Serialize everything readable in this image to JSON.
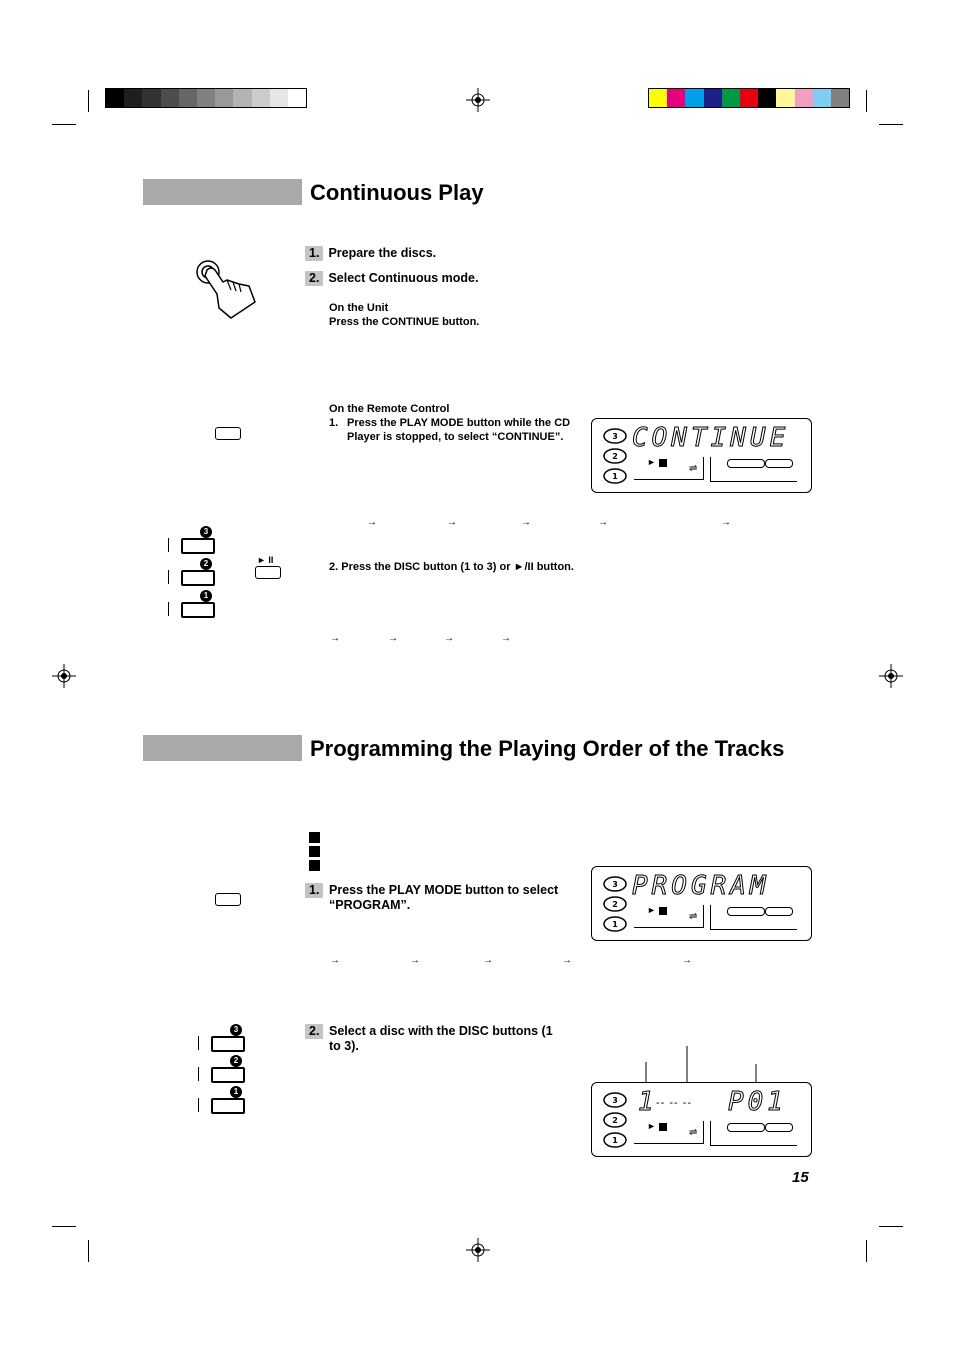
{
  "section1": {
    "title": "Continuous Play",
    "step1": {
      "num": "1.",
      "text": "Prepare the discs."
    },
    "step2": {
      "num": "2.",
      "text": "Select Continuous mode."
    },
    "unit_heading": "On the Unit",
    "unit_text": "Press the CONTINUE button.",
    "remote_heading": "On the Remote Control",
    "remote_step1_num": "1.",
    "remote_step1": "Press the PLAY MODE button while the CD Player is stopped, to select “CONTINUE”.",
    "remote_step2": "2.  Press the DISC button (1 to 3) or ►/II button.",
    "play_pause_label": "► II",
    "lcd_text": "CONTINUE"
  },
  "section2": {
    "title": "Programming the Playing Order of the Tracks",
    "step1": {
      "num": "1.",
      "text": "Press the PLAY MODE button to select “PROGRAM”."
    },
    "step2": {
      "num": "2.",
      "text": "Select a disc with the DISC buttons  (1 to 3)."
    },
    "lcd_text": "PROGRAM",
    "lcd2_left": "1",
    "lcd2_dashes": "-- -- --",
    "lcd2_right": "P01"
  },
  "discs": [
    "3",
    "2",
    "1"
  ],
  "page_number": "15",
  "colors": {
    "gray_bar": "#a9a9a9",
    "gray_scale": [
      "#000000",
      "#1e1e1e",
      "#333333",
      "#4d4d4d",
      "#666666",
      "#808080",
      "#999999",
      "#b3b3b3",
      "#cccccc",
      "#e6e6e6",
      "#ffffff"
    ],
    "color_strip": [
      "#ffff00",
      "#e6007e",
      "#00a0e9",
      "#1d2088",
      "#009944",
      "#e60012",
      "#000000",
      "#fff799",
      "#f19ec2",
      "#7ecef4",
      "#808080"
    ]
  }
}
